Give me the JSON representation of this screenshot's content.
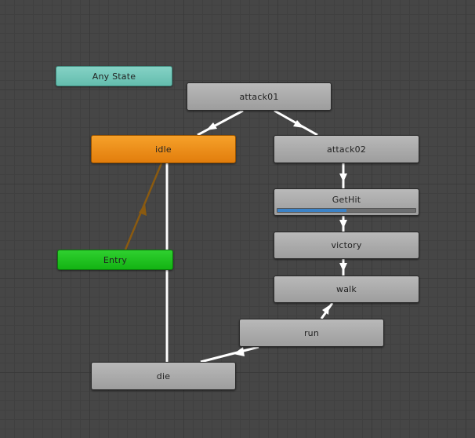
{
  "states": {
    "any_state": "Any State",
    "attack01": "attack01",
    "idle": "idle",
    "attack02": "attack02",
    "gethit": "GetHit",
    "entry": "Entry",
    "victory": "victory",
    "walk": "walk",
    "run": "run",
    "die": "die"
  },
  "active_state_progress": 0.5,
  "colors": {
    "default_state": "#a9a9a9",
    "default_state_highlight": "#e8860f",
    "entry_state": "#19c019",
    "any_state": "#74c8b9",
    "transition": "#ffffff",
    "entry_transition": "#8a5a10",
    "progress": "#3c82c6"
  }
}
